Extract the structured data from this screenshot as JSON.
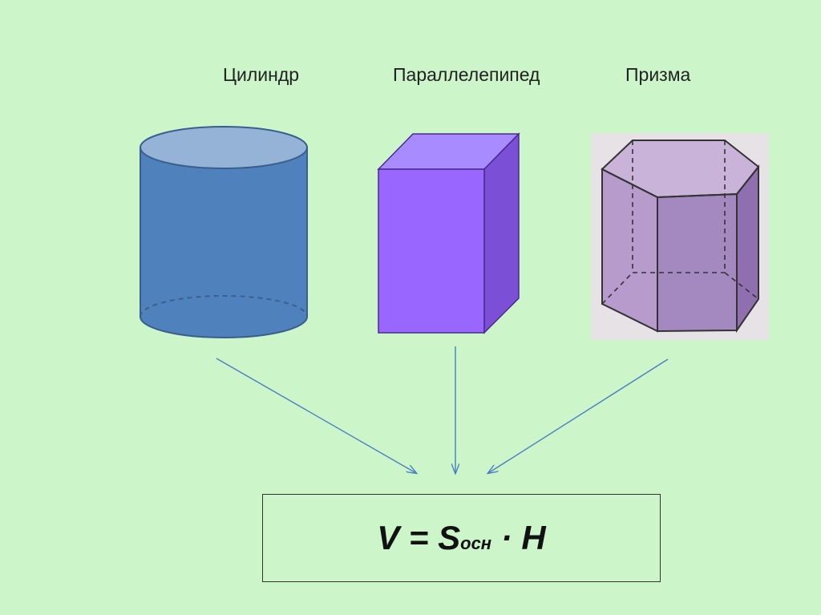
{
  "labels": {
    "cylinder": "Цилиндр",
    "parallelepiped": "Параллелепипед",
    "prism": "Призма"
  },
  "formula": {
    "lhs": "V",
    "equals": " = ",
    "s": "S",
    "subscript": "осн",
    "dot": " · ",
    "h": "H"
  },
  "colors": {
    "background": "#ccf5c9",
    "cylinder": "#4f81bd",
    "cylinder_top": "#95b3d7",
    "parallelepiped_front": "#9966ff",
    "parallelepiped_top": "#a88bff",
    "parallelepiped_side": "#7b4fd6",
    "prism": "#9b7ab8",
    "arrow": "#4a7fc1"
  }
}
